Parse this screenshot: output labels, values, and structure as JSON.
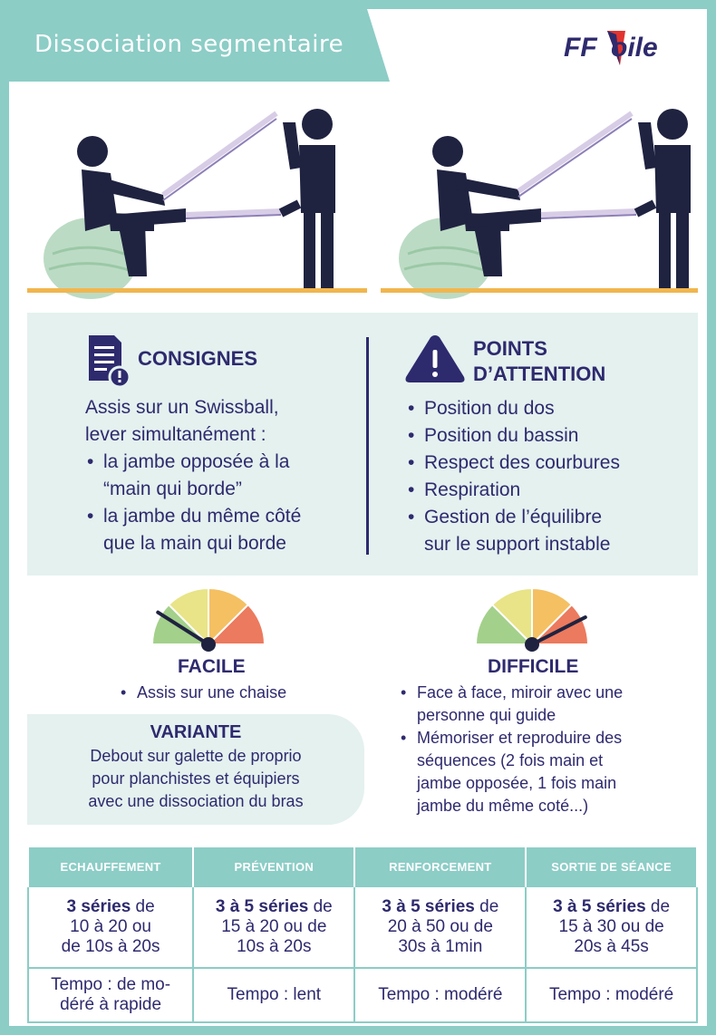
{
  "title": "Dissociation segmentaire",
  "logo": {
    "ff": "FF",
    "voile": "oile"
  },
  "consignes": {
    "heading": "CONSIGNES",
    "intro": [
      "Assis sur un Swissball,",
      "lever simultanément :"
    ],
    "items": [
      [
        "la jambe opposée à la",
        "“main qui borde”"
      ],
      [
        "la jambe du même côté",
        "que la main qui borde"
      ]
    ]
  },
  "attention": {
    "heading": [
      "POINTS",
      "D’ATTENTION"
    ],
    "items": [
      [
        "Position du dos"
      ],
      [
        "Position du bassin"
      ],
      [
        "Respect des courbures"
      ],
      [
        "Respiration"
      ],
      [
        "Gestion de l’équilibre",
        "sur le support instable"
      ]
    ]
  },
  "facile": {
    "label": "FACILE",
    "items": [
      "Assis sur une chaise"
    ],
    "level": 0.18
  },
  "difficile": {
    "label": "DIFFICILE",
    "items": [
      [
        "Face à face, miroir avec une",
        "personne qui guide"
      ],
      [
        "Mémoriser et reproduire des",
        "séquences (2 fois main et",
        "jambe opposée, 1 fois main",
        "jambe du même coté...)"
      ]
    ],
    "level": 0.85
  },
  "variante": {
    "heading": "VARIANTE",
    "lines": [
      "Debout sur galette de proprio",
      "pour planchistes et équipiers",
      "avec une dissociation du bras"
    ]
  },
  "gauge_colors": [
    "#a3d08a",
    "#e8e487",
    "#f4c062",
    "#ec7a5e"
  ],
  "table": {
    "headers": [
      "ECHAUFFEMENT",
      "PRÉVENTION",
      "RENFORCEMENT",
      "SORTIE DE SÉANCE"
    ],
    "series": [
      {
        "bold": "3 séries",
        "rest": [
          " de",
          "10 à 20 ou",
          "de 10s à 20s"
        ]
      },
      {
        "bold": "3 à 5 séries",
        "rest": [
          " de",
          "15 à 20 ou de",
          "10s à 20s"
        ]
      },
      {
        "bold": "3 à 5 séries",
        "rest": [
          " de",
          "20 à 50 ou de",
          "30s à 1min"
        ]
      },
      {
        "bold": "3 à 5 séries",
        "rest": [
          " de",
          "15 à 30 ou de",
          "20s à 45s"
        ]
      }
    ],
    "tempo": [
      [
        "Tempo : de mo-",
        "déré à rapide"
      ],
      [
        "Tempo : lent"
      ],
      [
        "Tempo : modéré"
      ],
      [
        "Tempo : modéré"
      ]
    ]
  }
}
